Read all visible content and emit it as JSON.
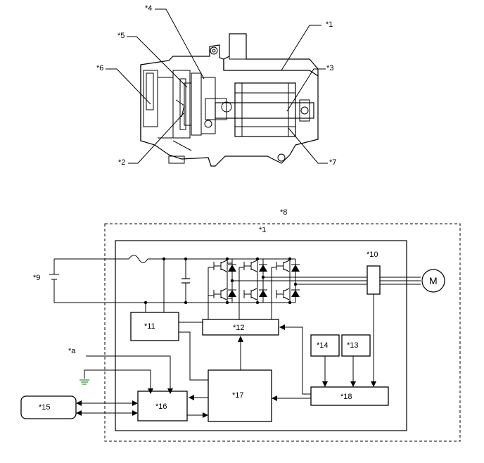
{
  "callouts": {
    "c1": "*1",
    "c2": "*2",
    "c3": "*3",
    "c4": "*4",
    "c5": "*5",
    "c6": "*6",
    "c7": "*7"
  },
  "schematic": {
    "outer_label": "*8",
    "inverter_label": "*1",
    "battery_label": "*9",
    "current_sensor_label": "*10",
    "block11": "*11",
    "block12": "*12",
    "block13": "*13",
    "block14": "*14",
    "block15": "*15",
    "block16": "*16",
    "block17": "*17",
    "block18": "*18",
    "ground_ref": "*a",
    "motor_symbol": "M"
  }
}
